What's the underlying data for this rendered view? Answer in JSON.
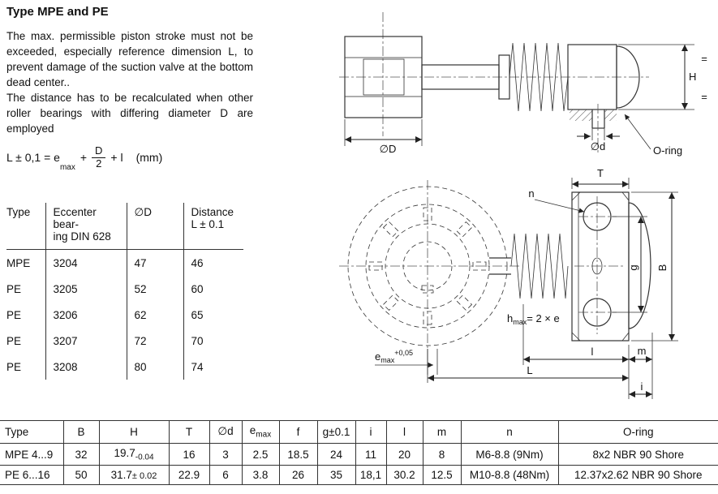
{
  "header": {
    "title": "Type MPE and PE"
  },
  "intro": {
    "p1": "The max. permissible piston stroke must not be exceeded, especially reference dimension L, to prevent damage of the suction valve at the bottom dead center..",
    "p2": "The distance has to be recalculated when other roller bearings with differing diameter D are employed"
  },
  "formula": {
    "prefix": "L ± 0,1 = e",
    "sub": "max",
    "plus": "+",
    "num": "D",
    "den": "2",
    "suffix": "+ l",
    "unit": "(mm)"
  },
  "bearing_table": {
    "col_type": "Type",
    "col_bearing": "Eccenter bear-\ning DIN 628",
    "col_d": "∅D",
    "col_dist": "Distance\nL ± 0.1",
    "rows": [
      {
        "type": "MPE",
        "din": "3204",
        "d": "47",
        "dist": "46"
      },
      {
        "type": "PE",
        "din": "3205",
        "d": "52",
        "dist": "60"
      },
      {
        "type": "PE",
        "din": "3206",
        "d": "62",
        "dist": "65"
      },
      {
        "type": "PE",
        "din": "3207",
        "d": "72",
        "dist": "70"
      },
      {
        "type": "PE",
        "din": "3208",
        "d": "80",
        "dist": "74"
      }
    ]
  },
  "diagram": {
    "phi_D": "∅D",
    "phi_d": "∅d",
    "H": "H",
    "o_ring": "O-ring",
    "eq_top": "=",
    "eq_bottom": "=",
    "T": "T",
    "n": "n",
    "g": "g",
    "B": "B",
    "hmax_base": "h",
    "hmax_sub": "max",
    "hmax_rest": "= 2 × e",
    "emax_base": "e",
    "emax_sub": "max",
    "emax_sup": "+0,05",
    "dim_l": "l",
    "dim_m": "m",
    "dim_L": "L",
    "dim_i": "i"
  },
  "dim_table": {
    "headers": {
      "type": "Type",
      "b": "B",
      "h": "H",
      "t": "T",
      "d": "∅d",
      "e_base": "e",
      "e_sub": "max",
      "f": "f",
      "g": "g±0.1",
      "i": "i",
      "l": "l",
      "m": "m",
      "n": "n",
      "oring": "O-ring"
    },
    "rows": [
      {
        "type": "MPE 4...9",
        "b": "32",
        "h_main": "19.7",
        "h_tol": "-0.04",
        "t": "16",
        "d": "3",
        "e": "2.5",
        "f": "18.5",
        "g": "24",
        "i": "11",
        "l": "20",
        "m": "8",
        "n": "M6-8.8 (9Nm)",
        "oring": "8x2 NBR 90 Shore"
      },
      {
        "type": "PE 6...16",
        "b": "50",
        "h_main": "31.7",
        "h_tol": "± 0.02",
        "t": "22.9",
        "d": "6",
        "e": "3.8",
        "f": "26",
        "g": "35",
        "i": "18,1",
        "l": "30.2",
        "m": "12.5",
        "n": "M10-8.8 (48Nm)",
        "oring": "12.37x2.62 NBR 90 Shore"
      }
    ]
  }
}
